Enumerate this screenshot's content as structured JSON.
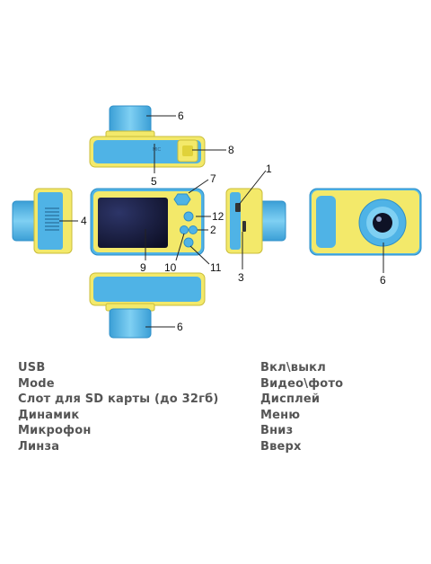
{
  "callouts": {
    "c1": "1",
    "c2": "2",
    "c3": "3",
    "c4": "4",
    "c5": "5",
    "c6_top": "6",
    "c6_bottom": "6",
    "c6_right": "6",
    "c7": "7",
    "c8": "8",
    "c9": "9",
    "c10": "10",
    "c11": "11",
    "c12": "12"
  },
  "legend_left": [
    "USB",
    "Mode",
    "Слот для SD карты (до 32гб)",
    "Динамик",
    "Микрофон",
    "Линза"
  ],
  "legend_right": [
    "Вкл\\выкл",
    "Видео\\фото",
    "Дисплей",
    "Меню",
    "Вниз",
    "Вверх"
  ],
  "colors": {
    "body_yellow": "#f3e96a",
    "body_blue": "#4fb3e6",
    "blue_dark": "#2e8fc8",
    "screen": "#1b1e3a",
    "text": "#555555"
  }
}
